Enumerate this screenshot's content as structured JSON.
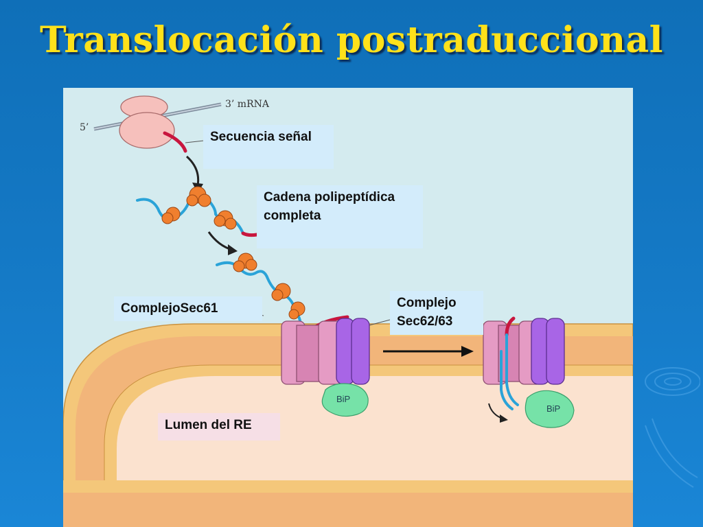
{
  "slide": {
    "title": "Translocación postraduccional"
  },
  "diagram": {
    "mrna_label": "3’ mRNA",
    "five_prime_label": "5’",
    "labels": {
      "signal_sequence": "Secuencia señal",
      "polypeptide_chain": "Cadena polipeptídica completa",
      "sec61_complex": "ComplejoSec61",
      "sec62_63_complex": "Complejo Sec62/63",
      "er_lumen": "Lumen del RE"
    },
    "bip_label": "BiP",
    "colors": {
      "background": "#1478c4",
      "title": "#ffe11a",
      "panel": "#d4ebef",
      "membrane_outer": "#f4c77a",
      "membrane_core": "#f2b57a",
      "lumen": "#fbe2cf",
      "sec61": "#e59bc4",
      "sec62_63": "#a865e6",
      "bip": "#76e2a8",
      "chain": "#2aa3d8",
      "chaperone": "#f07f2e",
      "signal": "#c8163e"
    }
  }
}
